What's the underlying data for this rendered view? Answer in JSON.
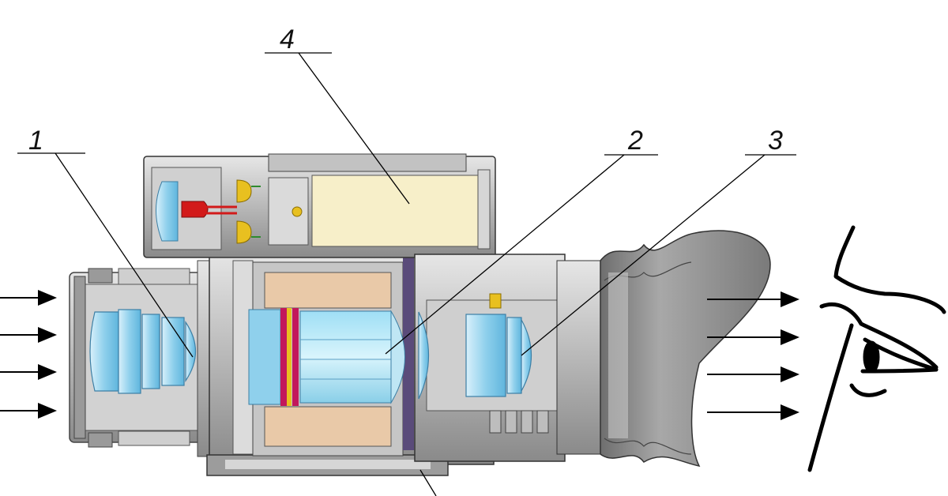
{
  "diagram": {
    "callouts": [
      {
        "id": "1",
        "label": "1",
        "part": "objective-lens"
      },
      {
        "id": "2",
        "label": "2",
        "part": "image-intensifier-tube"
      },
      {
        "id": "3",
        "label": "3",
        "part": "eyepiece"
      },
      {
        "id": "4",
        "label": "4",
        "part": "power-supply"
      }
    ],
    "colors": {
      "housing": "#b9b9b9",
      "housing_dark": "#6f6f6f",
      "lens_glass": "#8fd0ec",
      "battery": "#f7efc9",
      "tube_insulation": "#e9c9a8",
      "led": "#d21a1a",
      "contact": "#e8c020",
      "eyecup": "#8e8e8e",
      "ink": "#000000"
    },
    "icons": [
      "light-ray-arrow",
      "eye-sketch-icon"
    ]
  }
}
